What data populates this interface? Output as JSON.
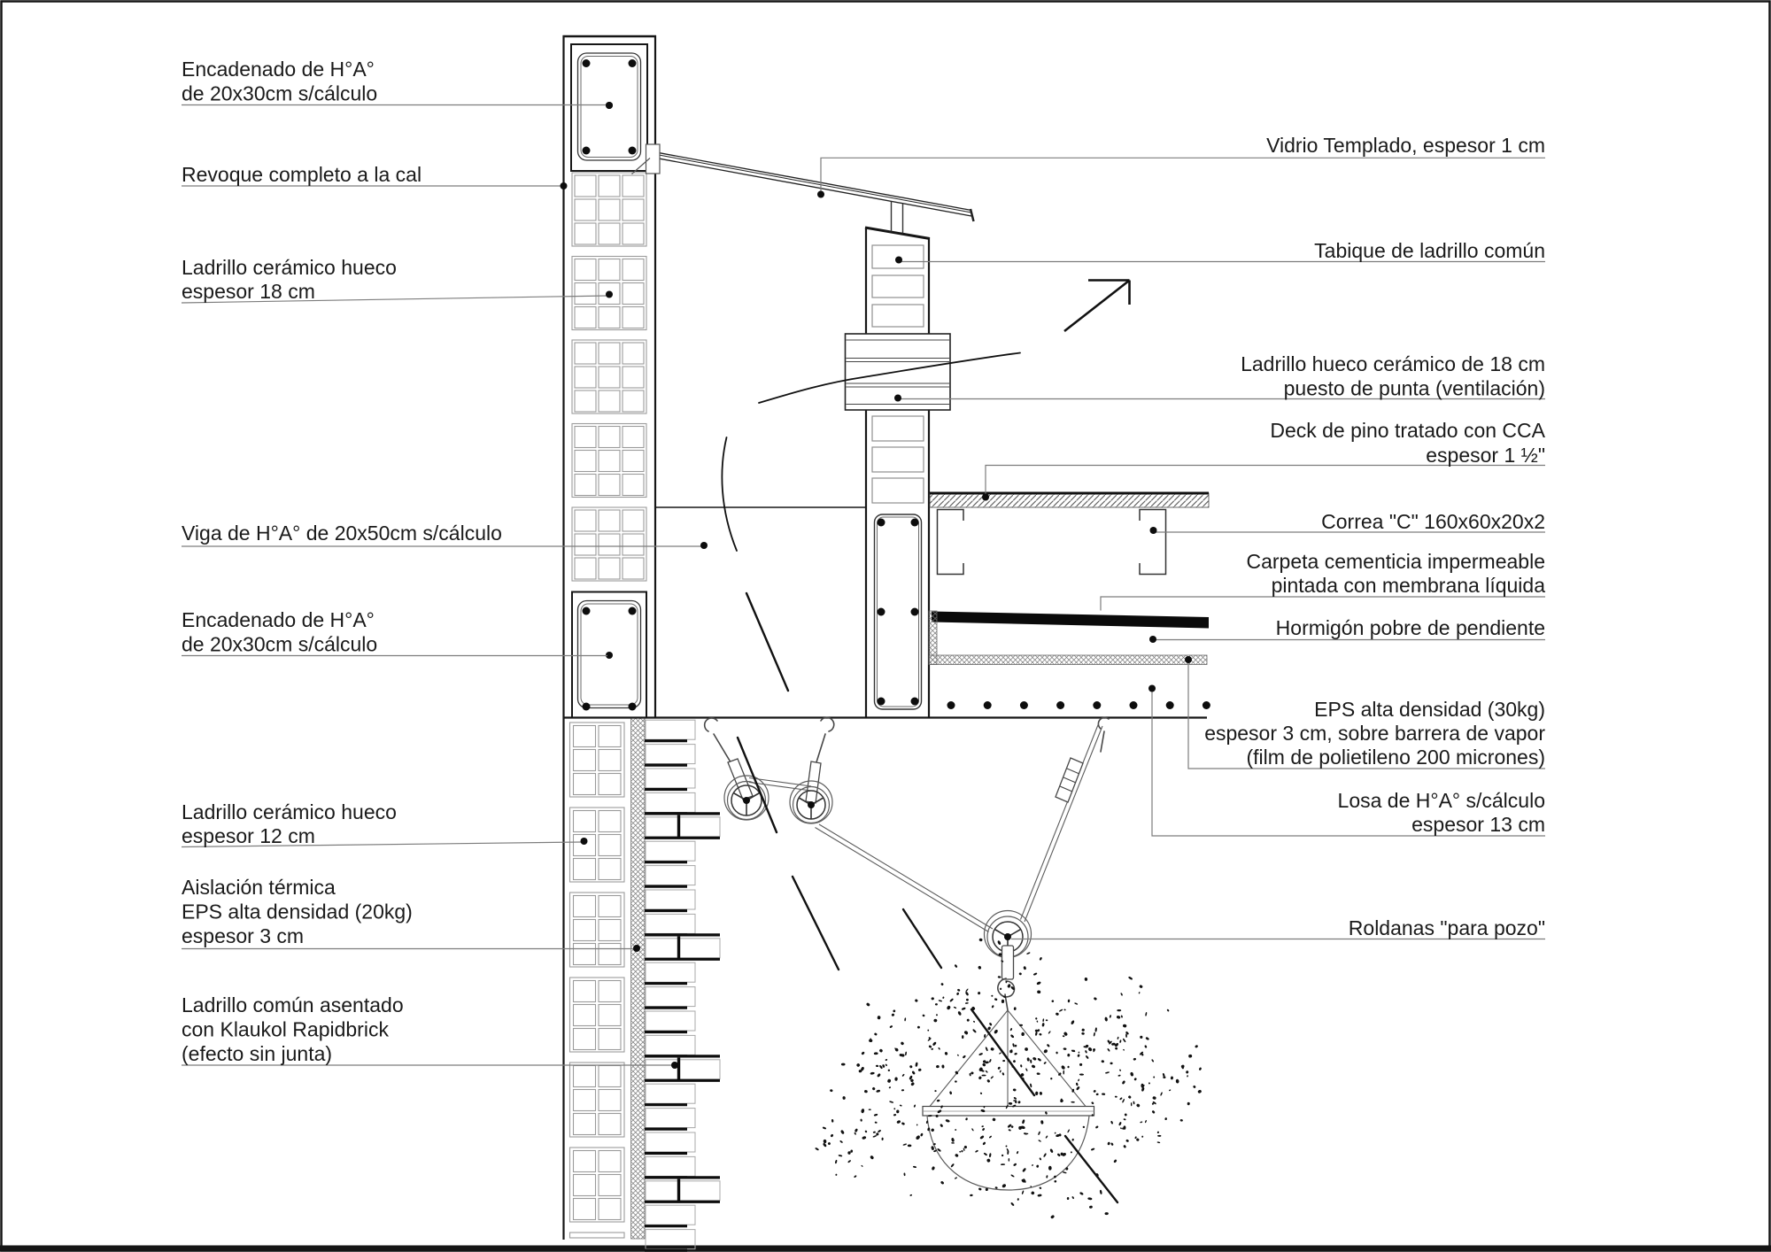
{
  "drawing": {
    "labels_left": [
      {
        "id": "encadenado-sup",
        "lines": [
          "Encadenado de H°A°",
          "de 20x30cm s/cálculo"
        ]
      },
      {
        "id": "revoque",
        "lines": [
          "Revoque completo a la cal"
        ]
      },
      {
        "id": "ladrillo-18",
        "lines": [
          "Ladrillo cerámico hueco",
          "espesor 18 cm"
        ]
      },
      {
        "id": "viga",
        "lines": [
          "Viga de H°A° de 20x50cm s/cálculo"
        ]
      },
      {
        "id": "encadenado-inf",
        "lines": [
          "Encadenado de H°A°",
          "de 20x30cm s/cálculo"
        ]
      },
      {
        "id": "ladrillo-12",
        "lines": [
          "Ladrillo cerámico hueco",
          "espesor 12 cm"
        ]
      },
      {
        "id": "aislacion",
        "lines": [
          "Aislación térmica",
          "EPS alta densidad (20kg)",
          "espesor 3 cm"
        ]
      },
      {
        "id": "ladrillo-comun",
        "lines": [
          "Ladrillo común asentado",
          "con Klaukol Rapidbrick",
          "(efecto sin junta)"
        ]
      }
    ],
    "labels_right": [
      {
        "id": "vidrio",
        "lines": [
          "Vidrio Templado, espesor 1 cm"
        ]
      },
      {
        "id": "tabique",
        "lines": [
          "Tabique de ladrillo común"
        ]
      },
      {
        "id": "ladrillo-vent",
        "lines": [
          "Ladrillo hueco cerámico de 18 cm",
          "puesto de punta (ventilación)"
        ]
      },
      {
        "id": "deck",
        "lines": [
          "Deck de pino tratado con CCA",
          "espesor 1 ½\""
        ]
      },
      {
        "id": "correa",
        "lines": [
          "Correa \"C\" 160x60x20x2"
        ]
      },
      {
        "id": "carpeta",
        "lines": [
          "Carpeta cementicia impermeable",
          "pintada con membrana líquida"
        ]
      },
      {
        "id": "hormigon",
        "lines": [
          "Hormigón pobre de pendiente"
        ]
      },
      {
        "id": "eps",
        "lines": [
          "EPS alta densidad (30kg)",
          "espesor 3 cm, sobre barrera de vapor",
          "(film de polietileno 200 micrones)"
        ]
      },
      {
        "id": "losa",
        "lines": [
          "Losa de H°A° s/cálculo",
          "espesor 13 cm"
        ]
      },
      {
        "id": "roldanas",
        "lines": [
          "Roldanas \"para pozo\""
        ]
      }
    ],
    "colors": {
      "line": "#1a1a1a",
      "leader": "#7d7d7d",
      "brick_outline": "#9b9b9b",
      "carpeta_fill": "#0a0a0a"
    }
  }
}
